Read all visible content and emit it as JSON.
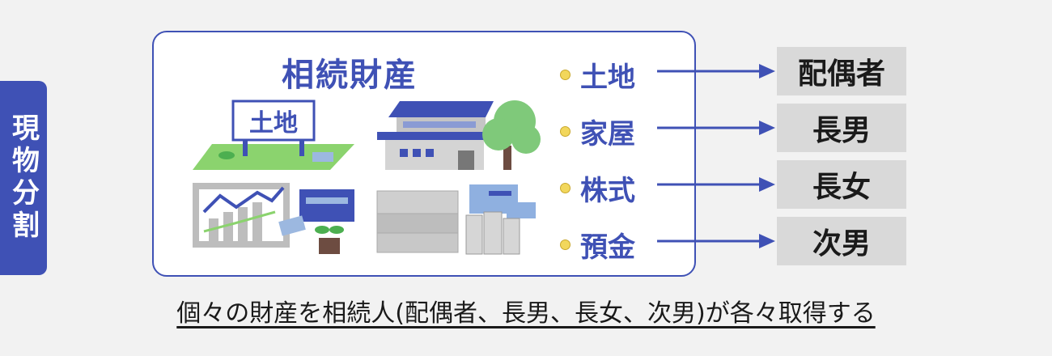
{
  "side_tab": "現物分割",
  "panel_title": "相続財産",
  "sign_text": "土地",
  "assets": [
    "土地",
    "家屋",
    "株式",
    "預金"
  ],
  "heirs": [
    "配偶者",
    "長男",
    "長女",
    "次男"
  ],
  "caption": "個々の財産を相続人(配偶者、長男、長女、次男)が各々取得する",
  "colors": {
    "accent": "#3f51b5",
    "dot": "#f2d75c",
    "heir_box": "#d9d9d9"
  },
  "icons": [
    "land-icon",
    "house-icon",
    "stock-chart-icon",
    "cash-stack-icon"
  ]
}
